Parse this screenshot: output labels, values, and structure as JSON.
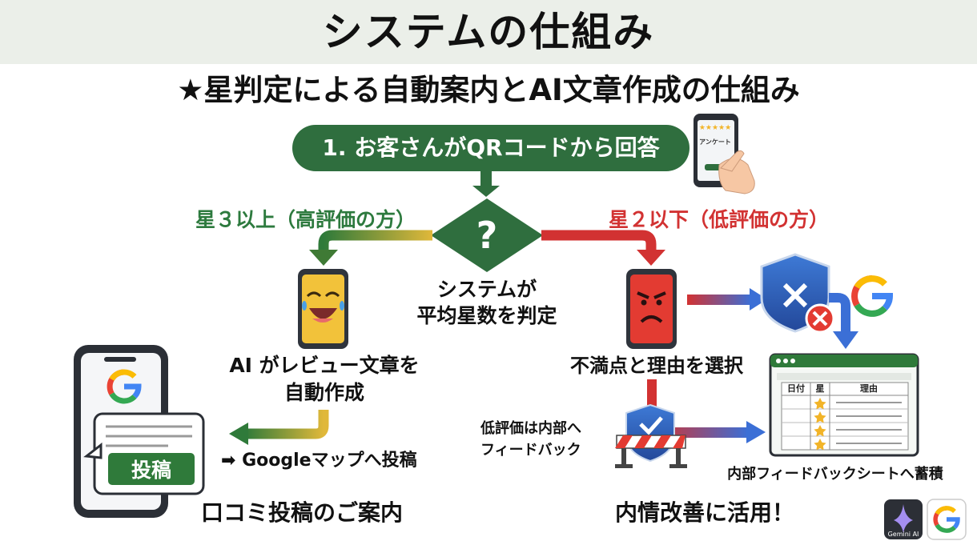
{
  "title": "システムの仕組み",
  "subtitle": "★星判定による自動案内とAI文章作成の仕組み",
  "step1": "1. お客さんがQRコードから回答",
  "survey_label": "アンケート",
  "high_branch": "星３以上（高評価の方）",
  "low_branch": "星２以下（低評価の方）",
  "decision_mark": "?",
  "decision_line1": "システムが",
  "decision_line2": "平均星数を判定",
  "ai_line1": "AI がレビュー文章を",
  "ai_line2": "自動作成",
  "post_button": "投稿",
  "google_post": "➡ Googleマップへ投稿",
  "review_guide": "口コミ投稿のご案内",
  "select_reason": "不満点と理由を選択",
  "internal_line1": "低評価は内部へ",
  "internal_line2": "フィードバック",
  "sheet_label": "内部フィードバックシートへ蓄積",
  "improve": "内情改善に活用！",
  "sheet_headers": [
    "日付",
    "星",
    "理由"
  ],
  "gemini_label": "Gemini AI",
  "google_letter": "G",
  "colors": {
    "green": "#2f6e3e",
    "red": "#d23232",
    "blue": "#3b6fd6",
    "yellow": "#f2c23a",
    "header_band": "#ebefe9"
  }
}
